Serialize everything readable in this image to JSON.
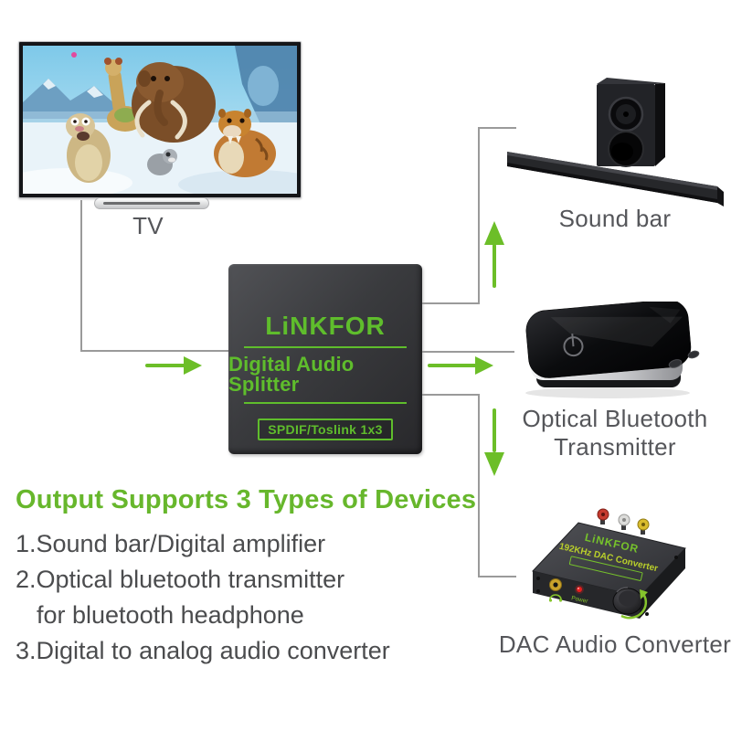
{
  "colors": {
    "accent_green": "#6CBE28",
    "heading_green": "#67B72C",
    "line_gray": "#9A9A9A",
    "label_gray": "#55565A",
    "list_text": "#4B4C4E"
  },
  "icons": {
    "power": "power-symbol-circle-with-bar",
    "headphone": "headphone-arc-symbol",
    "volume_knob": "rotary-knob-with-green-arrow"
  },
  "tv": {
    "label": "TV"
  },
  "splitter": {
    "brand": "LiNKFOR",
    "title": "Digital Audio Splitter",
    "badge": "SPDIF/Toslink 1x3"
  },
  "soundbar": {
    "label": "Sound bar"
  },
  "bluetooth": {
    "label_line1": "Optical Bluetooth",
    "label_line2": "Transmitter"
  },
  "dac": {
    "label": "DAC Audio Converter",
    "device_brand": "LiNKFOR",
    "device_title": "192KHz DAC Converter",
    "power_label": "Power"
  },
  "info": {
    "heading": "Output Supports 3 Types of Devices",
    "items": [
      {
        "text": "1.Sound bar/Digital amplifier"
      },
      {
        "text": "2.Optical bluetooth transmitter",
        "text2": "for bluetooth headphone"
      },
      {
        "text": "3.Digital to analog audio converter"
      }
    ]
  }
}
